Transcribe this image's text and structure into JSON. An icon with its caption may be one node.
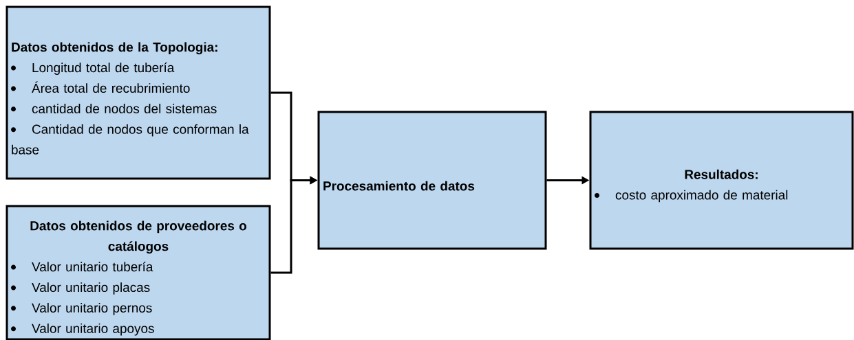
{
  "diagram": {
    "nodes": [
      {
        "text": [
          "Datos obtenidos de la Topologia:",
          "Longitud total de tubería",
          "Área total de recubrimiento",
          "cantidad de nodos del sistemas",
          "Cantidad de nodos que conforman la base"
        ]
      },
      {
        "text": [
          "Datos obtenidos de proveedores o catálogos",
          "Valor unitario tubería",
          "Valor unitario placas",
          "Valor unitario pernos",
          "Valor unitario apoyos"
        ]
      },
      {
        "text": [
          "Procesamiento de datos"
        ]
      },
      {
        "text": [
          "Resultados:",
          "costo aproximado de material"
        ]
      }
    ],
    "edges": [
      {
        "from": 0,
        "to": 2,
        "arrow": "to"
      },
      {
        "from": 1,
        "to": 2,
        "arrow": "to"
      },
      {
        "from": 2,
        "to": 3,
        "arrow": "to"
      }
    ]
  }
}
